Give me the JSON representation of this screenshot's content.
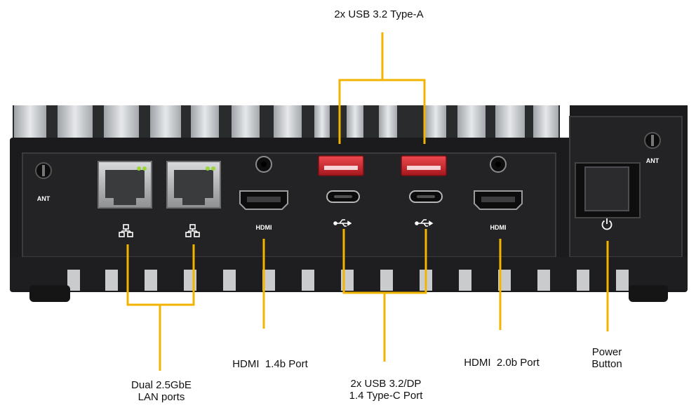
{
  "panel_labels": {
    "ant": "ANT",
    "hdmi": "HDMI"
  },
  "callouts": {
    "usb_a": "2x USB 3.2 Type-A",
    "lan": [
      "Dual 2.5GbE",
      "LAN ports"
    ],
    "hdmi14": "HDMI  1.4b Port",
    "usb_c": [
      "2x USB 3.2/DP",
      "1.4 Type-C Port"
    ],
    "hdmi20": "HDMI  2.0b Port",
    "power": [
      "Power",
      "Button"
    ]
  },
  "colors": {
    "leader": "#f2b400",
    "chassis": "#1b1b1d",
    "panel": "#232325",
    "fin_light": "#d4d6d8",
    "usb_a_port": "#d8323a",
    "rj45": "#bfc0c0",
    "link_led": "#9bd63a"
  },
  "icons": [
    "network-icon",
    "usb-icon",
    "power-icon",
    "antenna-connector"
  ]
}
